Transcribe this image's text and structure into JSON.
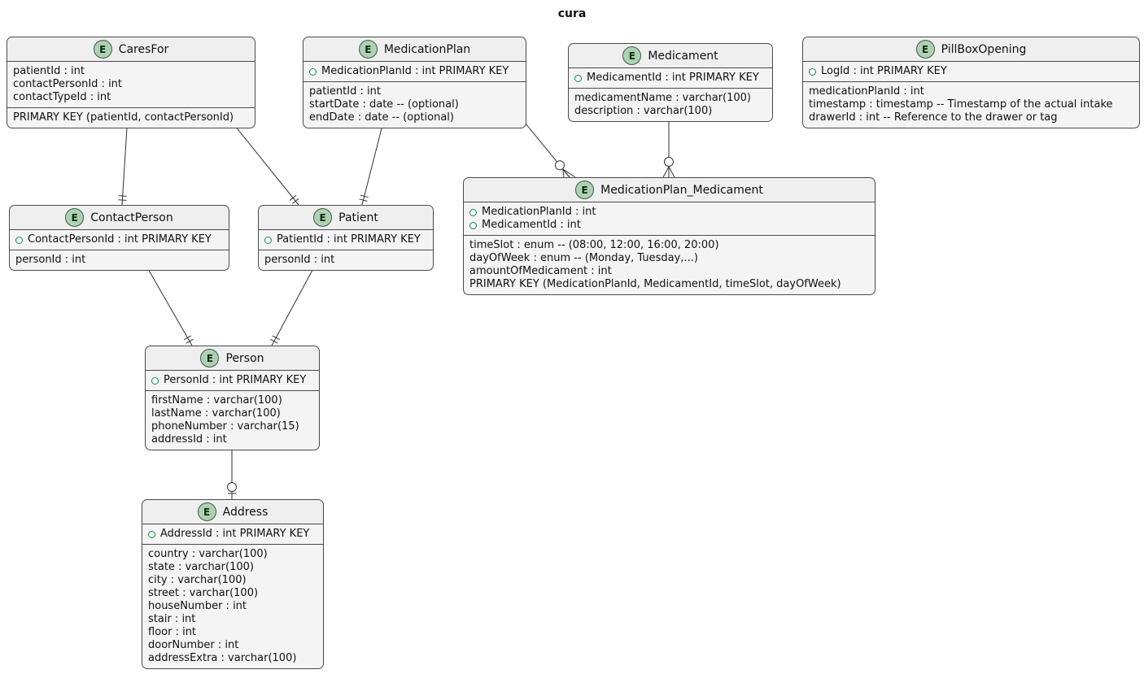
{
  "diagram": {
    "title": "cura",
    "badge_letter": "E",
    "colors": {
      "entity_bg": "#F4F4F4",
      "header_bg": "#EFEFEF",
      "entity_border": "#4A4A4A",
      "badge_bg": "#ADD1B2",
      "badge_border": "#3C5C44",
      "bullet": "#0E8C4F",
      "line": "#323232"
    }
  },
  "entities": [
    {
      "id": "CaresFor",
      "name": "CaresFor",
      "sections": [
        {
          "rows": [
            {
              "text": "patientId : int",
              "bullet": false
            },
            {
              "text": "contactPersonId : int",
              "bullet": false
            },
            {
              "text": "contactTypeId : int",
              "bullet": false
            }
          ]
        },
        {
          "rows": [
            {
              "text": "PRIMARY KEY (patientId, contactPersonId)",
              "bullet": false
            }
          ]
        }
      ]
    },
    {
      "id": "MedicationPlan",
      "name": "MedicationPlan",
      "sections": [
        {
          "rows": [
            {
              "text": "MedicationPlanId : int PRIMARY KEY",
              "bullet": true
            }
          ]
        },
        {
          "rows": [
            {
              "text": "patientId : int",
              "bullet": false
            },
            {
              "text": "startDate : date -- (optional)",
              "bullet": false
            },
            {
              "text": "endDate : date -- (optional)",
              "bullet": false
            }
          ]
        }
      ]
    },
    {
      "id": "Medicament",
      "name": "Medicament",
      "sections": [
        {
          "rows": [
            {
              "text": "MedicamentId : int PRIMARY KEY",
              "bullet": true
            }
          ]
        },
        {
          "rows": [
            {
              "text": "medicamentName : varchar(100)",
              "bullet": false
            },
            {
              "text": "description : varchar(100)",
              "bullet": false
            }
          ]
        }
      ]
    },
    {
      "id": "PillBoxOpening",
      "name": "PillBoxOpening",
      "sections": [
        {
          "rows": [
            {
              "text": "LogId : int PRIMARY KEY",
              "bullet": true
            }
          ]
        },
        {
          "rows": [
            {
              "text": "medicationPlanId : int",
              "bullet": false
            },
            {
              "text": "timestamp : timestamp -- Timestamp of the actual intake",
              "bullet": false
            },
            {
              "text": "drawerId : int -- Reference to the drawer or tag",
              "bullet": false
            }
          ]
        }
      ]
    },
    {
      "id": "ContactPerson",
      "name": "ContactPerson",
      "sections": [
        {
          "rows": [
            {
              "text": "ContactPersonId : int PRIMARY KEY",
              "bullet": true
            }
          ]
        },
        {
          "rows": [
            {
              "text": "personId : int",
              "bullet": false
            }
          ]
        }
      ]
    },
    {
      "id": "Patient",
      "name": "Patient",
      "sections": [
        {
          "rows": [
            {
              "text": "PatientId : int PRIMARY KEY",
              "bullet": true
            }
          ]
        },
        {
          "rows": [
            {
              "text": "personId : int",
              "bullet": false
            }
          ]
        }
      ]
    },
    {
      "id": "MedicationPlan_Medicament",
      "name": "MedicationPlan_Medicament",
      "sections": [
        {
          "rows": [
            {
              "text": "MedicationPlanId : int",
              "bullet": true
            },
            {
              "text": "MedicamentId : int",
              "bullet": true
            }
          ]
        },
        {
          "rows": [
            {
              "text": "timeSlot : enum -- (08:00, 12:00, 16:00, 20:00)",
              "bullet": false
            },
            {
              "text": "dayOfWeek : enum -- (Monday, Tuesday,...)",
              "bullet": false
            },
            {
              "text": "amountOfMedicament : int",
              "bullet": false
            },
            {
              "text": "PRIMARY KEY (MedicationPlanId, MedicamentId, timeSlot, dayOfWeek)",
              "bullet": false
            }
          ]
        }
      ]
    },
    {
      "id": "Person",
      "name": "Person",
      "sections": [
        {
          "rows": [
            {
              "text": "PersonId : int PRIMARY KEY",
              "bullet": true
            }
          ]
        },
        {
          "rows": [
            {
              "text": "firstName : varchar(100)",
              "bullet": false
            },
            {
              "text": "lastName : varchar(100)",
              "bullet": false
            },
            {
              "text": "phoneNumber : varchar(15)",
              "bullet": false
            },
            {
              "text": "addressId : int",
              "bullet": false
            }
          ]
        }
      ]
    },
    {
      "id": "Address",
      "name": "Address",
      "sections": [
        {
          "rows": [
            {
              "text": "AddressId : int PRIMARY KEY",
              "bullet": true
            }
          ]
        },
        {
          "rows": [
            {
              "text": "country : varchar(100)",
              "bullet": false
            },
            {
              "text": "state : varchar(100)",
              "bullet": false
            },
            {
              "text": "city : varchar(100)",
              "bullet": false
            },
            {
              "text": "street : varchar(100)",
              "bullet": false
            },
            {
              "text": "houseNumber : int",
              "bullet": false
            },
            {
              "text": "stair : int",
              "bullet": false
            },
            {
              "text": "floor : int",
              "bullet": false
            },
            {
              "text": "doorNumber : int",
              "bullet": false
            },
            {
              "text": "addressExtra : varchar(100)",
              "bullet": false
            }
          ]
        }
      ]
    }
  ],
  "connectors": [
    {
      "id": "caresfor-contactperson",
      "from": "CaresFor",
      "to": "ContactPerson",
      "from_cardinality": "one-or-many",
      "to_cardinality": "exactly-one"
    },
    {
      "id": "caresfor-patient",
      "from": "CaresFor",
      "to": "Patient",
      "from_cardinality": "one-or-many",
      "to_cardinality": "exactly-one"
    },
    {
      "id": "medicationplan-patient",
      "from": "MedicationPlan",
      "to": "Patient",
      "from_cardinality": "one-or-many",
      "to_cardinality": "exactly-one"
    },
    {
      "id": "medicationplan-medicationplan_medicament",
      "from": "MedicationPlan",
      "to": "MedicationPlan_Medicament",
      "from_cardinality": "exactly-one",
      "to_cardinality": "zero-or-many"
    },
    {
      "id": "medicament-medicationplan_medicament",
      "from": "Medicament",
      "to": "MedicationPlan_Medicament",
      "from_cardinality": "exactly-one",
      "to_cardinality": "zero-or-many"
    },
    {
      "id": "contactperson-person",
      "from": "ContactPerson",
      "to": "Person",
      "from_cardinality": "exactly-one",
      "to_cardinality": "exactly-one"
    },
    {
      "id": "patient-person",
      "from": "Patient",
      "to": "Person",
      "from_cardinality": "exactly-one",
      "to_cardinality": "exactly-one"
    },
    {
      "id": "person-address",
      "from": "Person",
      "to": "Address",
      "from_cardinality": "exactly-one",
      "to_cardinality": "zero-or-one"
    }
  ]
}
